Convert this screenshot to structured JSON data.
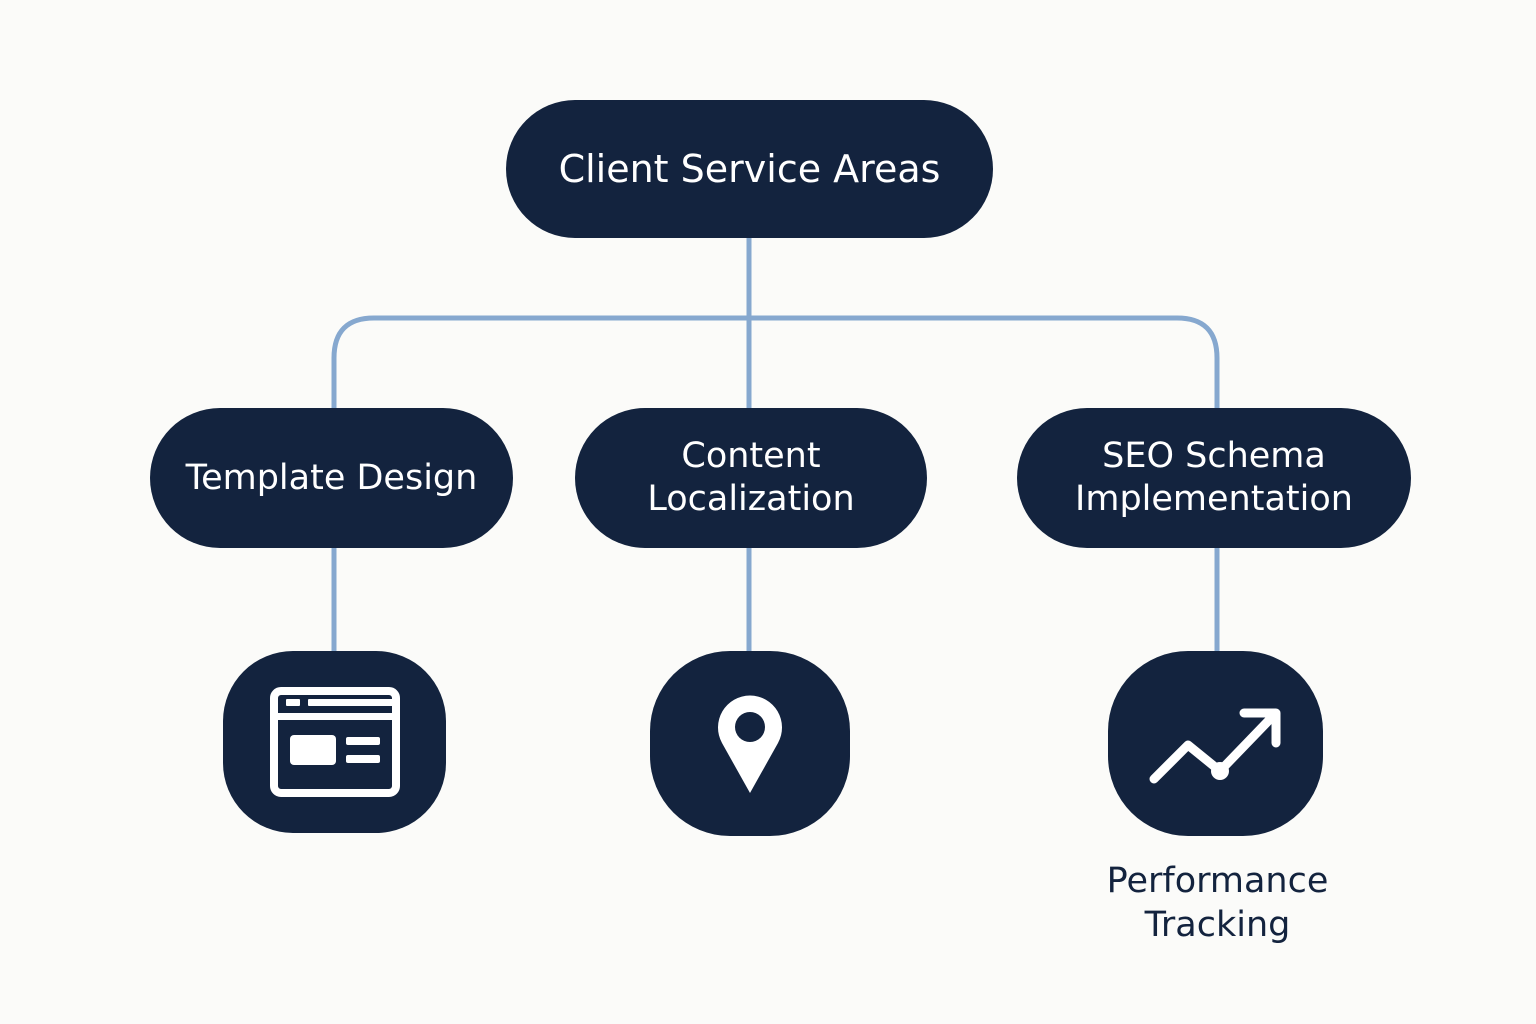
{
  "diagram": {
    "root": {
      "label": "Client Service Areas"
    },
    "children": [
      {
        "label": "Template Design",
        "icon": "browser-window-icon"
      },
      {
        "label": "Content\nLocalization",
        "icon": "map-pin-icon"
      },
      {
        "label": "SEO Schema\nImplementation",
        "icon": "trending-up-arrow-icon"
      }
    ],
    "footer_caption": "Performance\nTracking",
    "colors": {
      "node_fill": "#13233e",
      "node_text": "#ffffff",
      "connector": "#86a8cf",
      "background": "#fbfbf9",
      "caption_text": "#13233e"
    }
  }
}
